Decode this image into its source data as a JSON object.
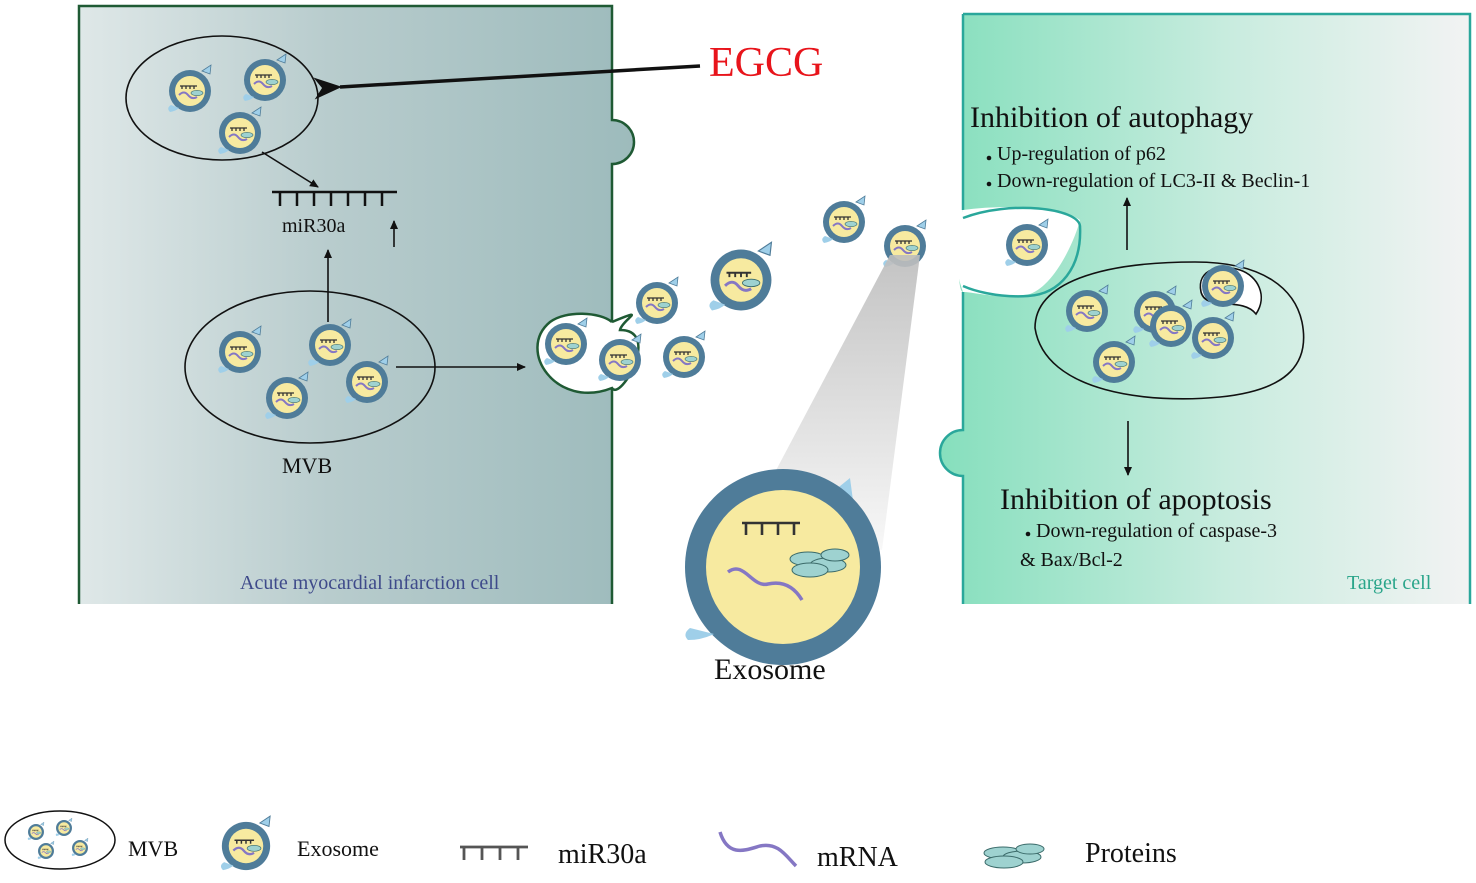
{
  "colors": {
    "left_cell_border": "#1f5a34",
    "left_cell_fill_light": "#dde7e7",
    "left_cell_fill_dark": "#9fbcbd",
    "right_cell_border": "#2aa79b",
    "right_cell_fill_left": "#8fe0c0",
    "right_cell_fill_right": "#f0f2f2",
    "egcg": "#e8141b",
    "left_caption": "#3e4a8a",
    "right_caption": "#2aa58a",
    "exosome_ring": "#4f7c99",
    "exosome_core": "#f7eaa0",
    "mrna": "#8577c4",
    "protein": "#9ed2d0",
    "receptor": "#9fcfe9",
    "text_dark": "#111111"
  },
  "egcg_label": "EGCG",
  "left_cell": {
    "caption": "Acute myocardial infarction cell",
    "mirna_label": "miR30a",
    "mvb_label": "MVB"
  },
  "right_cell": {
    "caption": "Target cell",
    "autophagy_title": "Inhibition of autophagy",
    "autophagy_points": [
      "Up-regulation of p62",
      "Down-regulation of LC3-II & Beclin-1"
    ],
    "apoptosis_title": "Inhibition of apoptosis",
    "apoptosis_points": [
      "Down-regulation of  caspase-3",
      "& Bax/Bcl-2"
    ]
  },
  "exosome_label": "Exosome",
  "legend": [
    {
      "icon": "mvb-icon",
      "label": "MVB"
    },
    {
      "icon": "exosome-icon",
      "label": "Exosome"
    },
    {
      "icon": "mirna-icon",
      "label": "miR30a"
    },
    {
      "icon": "mrna-icon",
      "label": "mRNA"
    },
    {
      "icon": "protein-icon",
      "label": "Proteins"
    }
  ]
}
